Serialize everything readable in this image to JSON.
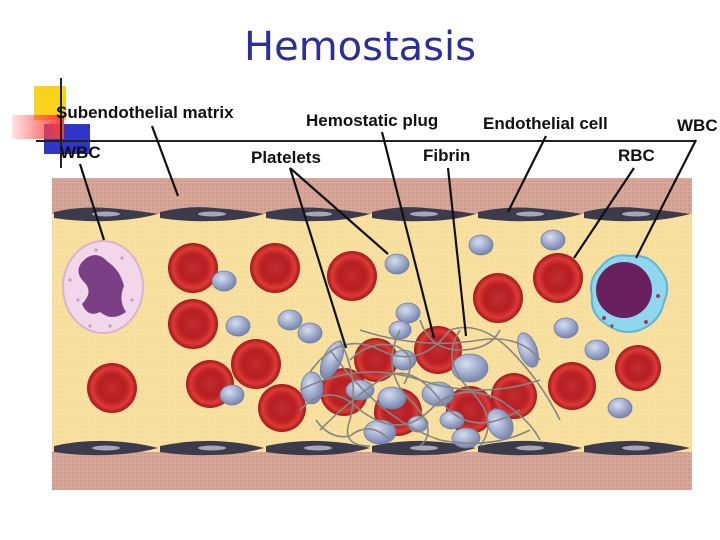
{
  "slide": {
    "title": "Hemostasis"
  },
  "labels": {
    "subendothelial_matrix": "Subendothelial matrix",
    "wbc_left": "WBC",
    "hemostatic_plug": "Hemostatic plug",
    "platelets": "Platelets",
    "endothelial_cell": "Endothelial cell",
    "fibrin": "Fibrin",
    "rbc": "RBC",
    "wbc_right": "WBC"
  },
  "colors": {
    "title": "#2b2f99",
    "vessel_wall": "#d9a89a",
    "plasma": "#f7df9c",
    "rbc": "#c8282a",
    "platelet": "#9aa6c9",
    "endothelium": "#3a3a4a",
    "fibrin": "#7d7d7d"
  }
}
